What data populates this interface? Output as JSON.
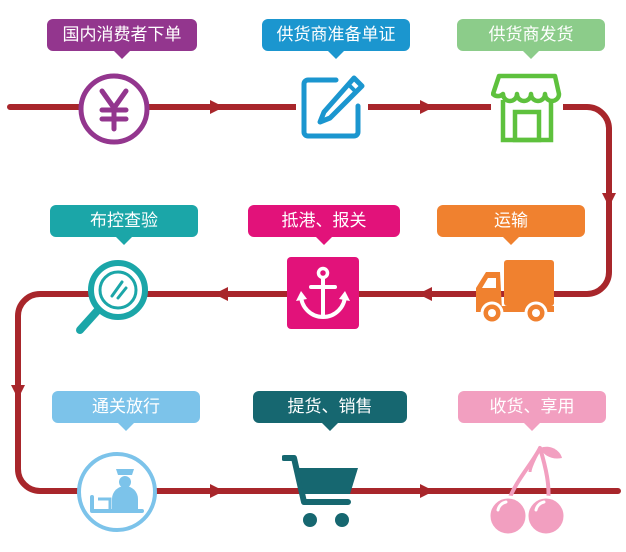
{
  "colors": {
    "line": "#a8262b",
    "purple": "#93368e",
    "blue": "#1b96cf",
    "green": "#8ccc8a",
    "bright_green": "#5ec13d",
    "orange": "#f0812f",
    "magenta": "#e2127a",
    "teal": "#1ba6a8",
    "light_blue": "#7cc3ea",
    "dark_teal": "#166770",
    "pink": "#f29fc0"
  },
  "steps": [
    {
      "label": "国内消费者下单",
      "icon": "yen-icon"
    },
    {
      "label": "供货商准备单证",
      "icon": "edit-document-icon"
    },
    {
      "label": "供货商发货",
      "icon": "storefront-icon"
    },
    {
      "label": "运输",
      "icon": "truck-icon"
    },
    {
      "label": "抵港、报关",
      "icon": "anchor-icon"
    },
    {
      "label": "布控查验",
      "icon": "magnifier-icon"
    },
    {
      "label": "通关放行",
      "icon": "customs-officer-icon"
    },
    {
      "label": "提货、销售",
      "icon": "shopping-cart-icon"
    },
    {
      "label": "收货、享用",
      "icon": "cherry-icon"
    }
  ]
}
